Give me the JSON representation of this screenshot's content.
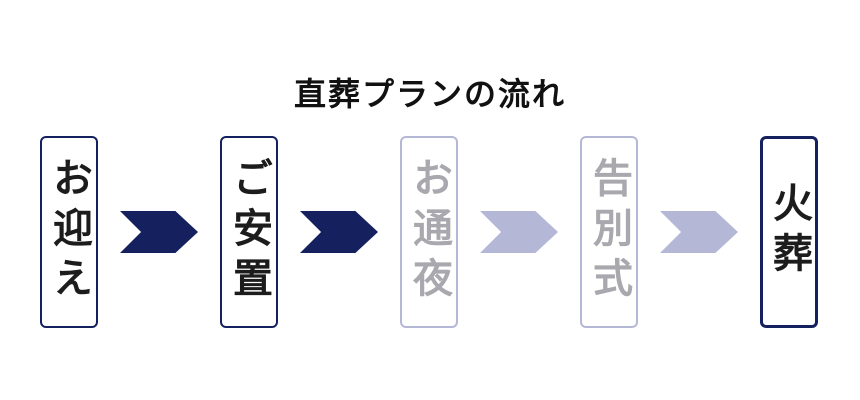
{
  "title": "直葬プランの流れ",
  "steps": [
    {
      "label": "お迎え",
      "state": "active",
      "emphasis": false
    },
    {
      "label": "ご安置",
      "state": "active",
      "emphasis": false
    },
    {
      "label": "お通夜",
      "state": "inactive",
      "emphasis": false
    },
    {
      "label": "告別式",
      "state": "inactive",
      "emphasis": false
    },
    {
      "label": "火葬",
      "state": "active",
      "emphasis": true
    }
  ],
  "arrows": [
    {
      "state": "active"
    },
    {
      "state": "active"
    },
    {
      "state": "inactive"
    },
    {
      "state": "inactive"
    }
  ],
  "colors": {
    "active": "#14215e",
    "inactive": "#b4b8d6",
    "active_text": "#1c1c1c",
    "inactive_text": "#a8a8ae",
    "title_text": "#111111",
    "background": "#ffffff"
  }
}
